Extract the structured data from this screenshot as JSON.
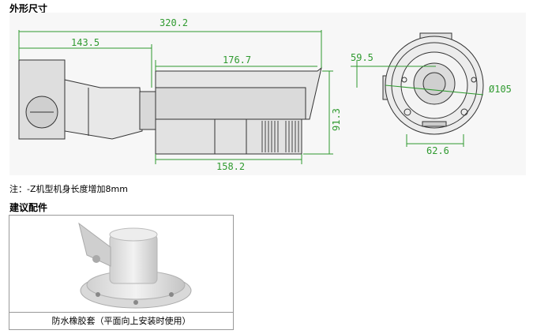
{
  "sections": {
    "dimensions_title": "外形尺寸",
    "note": "注：-Z机型机身长度增加8mm",
    "accessories_title": "建议配件"
  },
  "drawing": {
    "side_view": {
      "total_length": "320.2",
      "bracket_length": "143.5",
      "housing_length": "176.7",
      "body_length": "158.2",
      "height": "91.3"
    },
    "front_view": {
      "diameter": "Ø105",
      "offset": "59.5",
      "base_width": "62.6"
    }
  },
  "accessory": {
    "caption": "防水橡胶套（平面向上安装时使用）"
  }
}
